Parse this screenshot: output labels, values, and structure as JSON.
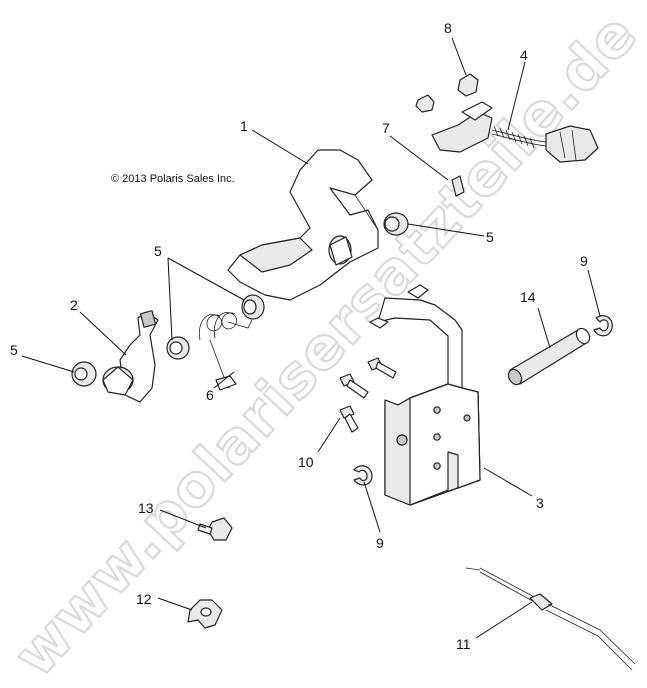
{
  "copyright": "© 2013 Polaris Sales Inc.",
  "watermark": "www.polarisersatzteile.de",
  "callouts": {
    "c1": "1",
    "c2": "2",
    "c3": "3",
    "c4": "4",
    "c5a": "5",
    "c5b": "5",
    "c5c": "5",
    "c6": "6",
    "c7": "7",
    "c8": "8",
    "c9a": "9",
    "c9b": "9",
    "c10": "10",
    "c11": "11",
    "c12": "12",
    "c13": "13",
    "c14": "14"
  }
}
